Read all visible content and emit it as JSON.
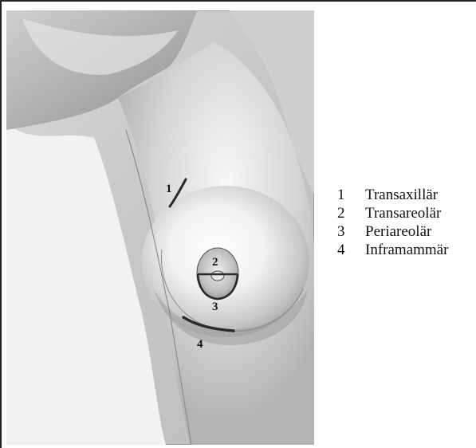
{
  "markers": {
    "m1": "1",
    "m2": "2",
    "m3": "3",
    "m4": "4"
  },
  "legend": [
    {
      "number": "1",
      "label": "Transaxillär"
    },
    {
      "number": "2",
      "label": "Transareolär"
    },
    {
      "number": "3",
      "label": "Periareolär"
    },
    {
      "number": "4",
      "label": "Inframammär"
    }
  ],
  "colors": {
    "frame_border": "#222222",
    "illustration_border": "#6f8f8f",
    "incision_line": "#2a2a2a",
    "skin_light": "#f4f4f4",
    "skin_shadow": "#8a8a8a"
  }
}
